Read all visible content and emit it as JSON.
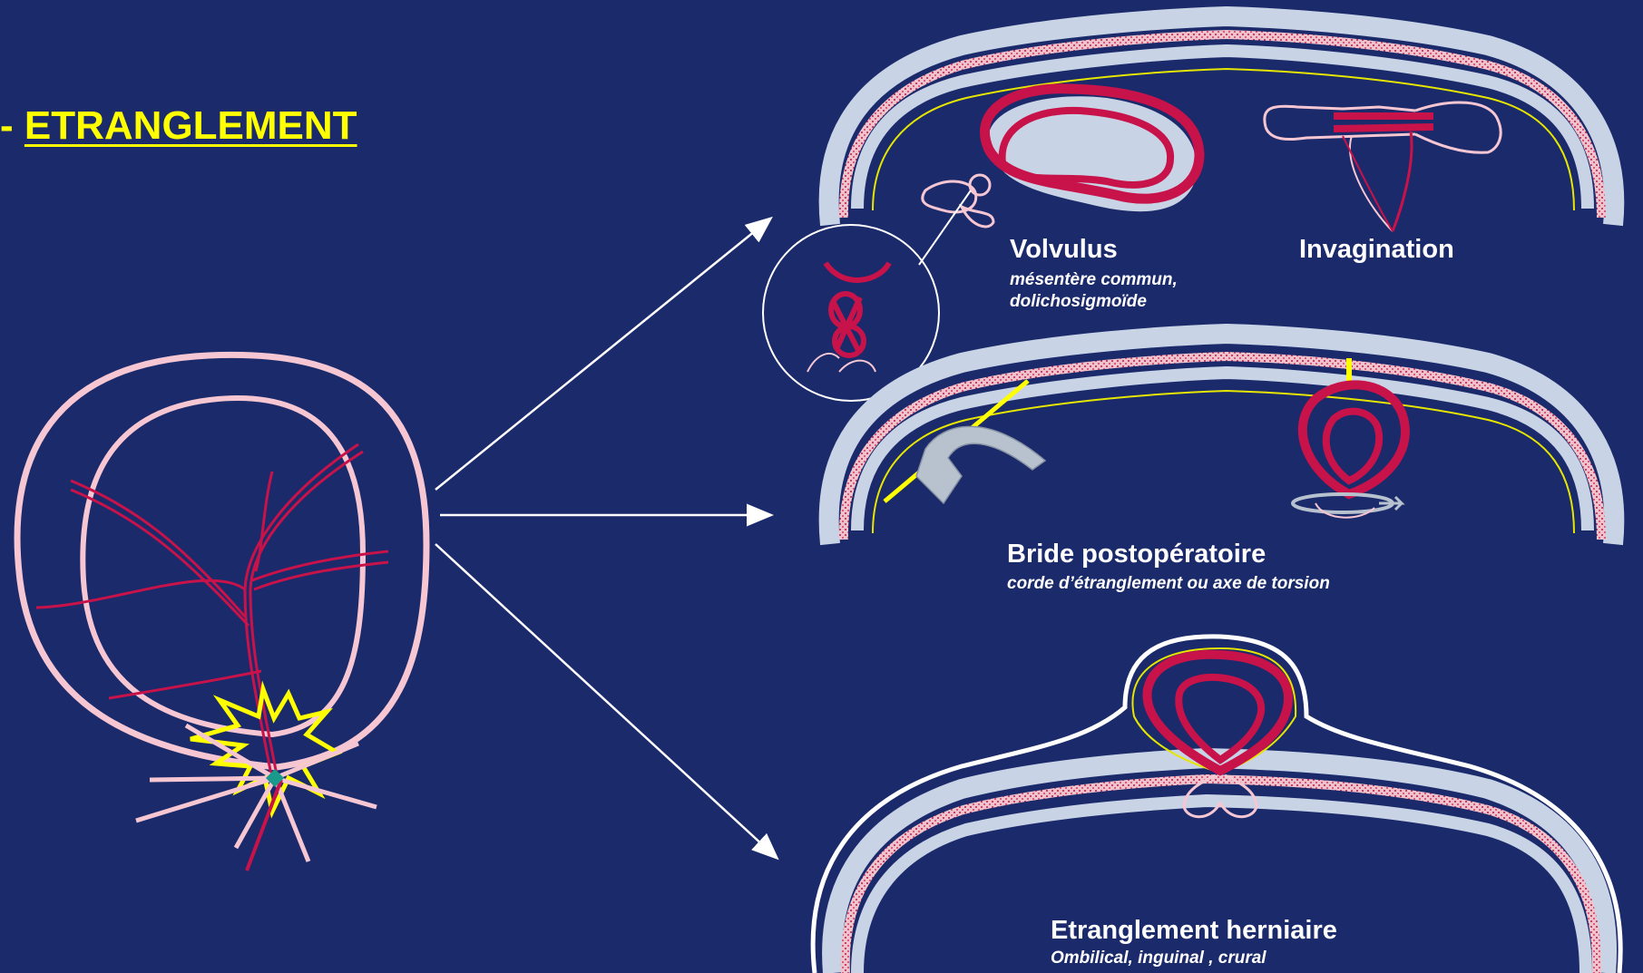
{
  "slide": {
    "title_prefix": "- ",
    "title": "ETRANGLEMENT"
  },
  "panels": {
    "volvulus": {
      "title": "Volvulus",
      "subtitle_line1": "mésentère commun,",
      "subtitle_line2": "dolichosigmoïde"
    },
    "invagination": {
      "title": "Invagination"
    },
    "bride": {
      "title": "Bride postopératoire",
      "subtitle": "corde d’étranglement ou axe de torsion"
    },
    "hernie": {
      "title": "Etranglement herniaire",
      "subtitle": "Ombilical, inguinal , crural"
    }
  },
  "colors": {
    "background": "#1b2a6b",
    "title": "#ffff00",
    "bowel": "#c8124a",
    "loop_outline": "#f6c7d2",
    "wall": "#c9d3e6",
    "muscle": "#e3a9b4",
    "peritoneum": "#e6e600",
    "arrow": "#ffffff"
  }
}
